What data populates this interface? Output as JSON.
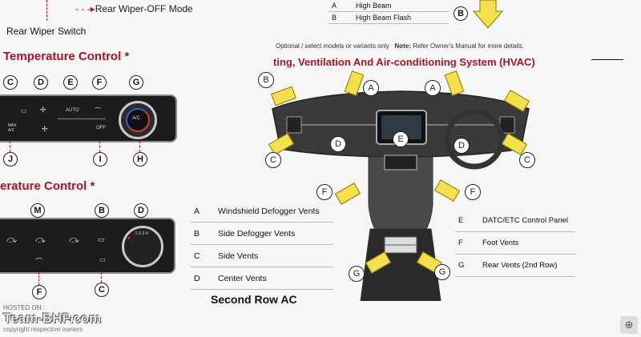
{
  "top": {
    "rear_wiper_off": "Rear Wiper-OFF Mode",
    "rear_wiper_switch": "Rear Wiper Switch"
  },
  "beam_table": [
    {
      "key": "A",
      "value": "High Beam"
    },
    {
      "key": "B",
      "value": "High Beam Flash"
    }
  ],
  "beam_callout": "B",
  "note_line": {
    "optional": "Optional / select models or variants only",
    "note_label": "Note:",
    "note_text": "Refer Owner's Manual for more details."
  },
  "sections": {
    "temp_control_1": "Temperature Control *",
    "temp_control_2": "erature Control *",
    "hvac_title": "ting, Ventilation And Air-conditioning System (HVAC)",
    "second_row": "Second Row AC"
  },
  "panel1": {
    "callouts_top": [
      "C",
      "D",
      "E",
      "F",
      "G"
    ],
    "callouts_bottom": [
      "J",
      "I",
      "H"
    ],
    "labels": {
      "auto": "AUTO",
      "off": "OFF",
      "max_ac": "MAX\nA/C",
      "ac": "A/C"
    }
  },
  "panel2": {
    "callouts_top": [
      "M",
      "B",
      "D"
    ],
    "callouts_bottom": [
      "F",
      "C"
    ]
  },
  "vent_table_left": [
    {
      "key": "A",
      "value": "Windshield Defogger Vents"
    },
    {
      "key": "B",
      "value": "Side Defogger Vents"
    },
    {
      "key": "C",
      "value": "Side Vents"
    },
    {
      "key": "D",
      "value": "Center Vents"
    }
  ],
  "vent_table_right": [
    {
      "key": "E",
      "value": "DATC/ETC Control Panel"
    },
    {
      "key": "F",
      "value": "Foot Vents"
    },
    {
      "key": "G",
      "value": "Rear Vents (2nd Row)"
    }
  ],
  "hvac_marks": [
    "B",
    "A",
    "A",
    "D",
    "E",
    "D",
    "C",
    "C",
    "F",
    "F",
    "G",
    "G"
  ],
  "watermark": {
    "hosted_on": "HOSTED ON :",
    "site": "Team-BHP.com",
    "copyright": "copyright respective owners"
  },
  "colors": {
    "accent_red": "#b0102a",
    "arrow_yellow": "#f4e04a"
  }
}
